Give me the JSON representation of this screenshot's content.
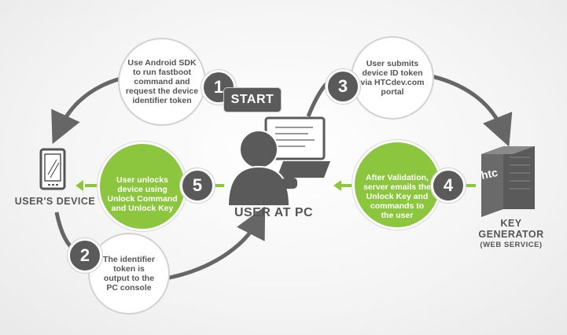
{
  "steps": [
    {
      "number": "1",
      "text": "Use Android SDK\nto run fastboot\ncommand and\nrequest the device\nidentifier token"
    },
    {
      "number": "2",
      "text": "The identifier\ntoken is\noutput to the\nPC console"
    },
    {
      "number": "3",
      "text": "User submits\ndevice ID token\nvia HTCdev.com\nportal"
    },
    {
      "number": "4",
      "text": "After Validation,\nserver emails the\nUnlock Key and\ncommands to\nthe user"
    },
    {
      "number": "5",
      "text": "User unlocks\ndevice using\nUnlock Command\nand Unlock Key"
    }
  ],
  "start_label": "START",
  "nodes": {
    "user_pc": "USER AT PC",
    "device": "USER'S DEVICE",
    "key_generator": "KEY\nGENERATOR",
    "key_generator_sub": "(WEB SERVICE)",
    "server_logo": "htc"
  },
  "colors": {
    "green": "#8cc63f",
    "dark_gray": "#5a5a5a",
    "arrow_gray": "#666666",
    "text_gray": "#555555"
  }
}
